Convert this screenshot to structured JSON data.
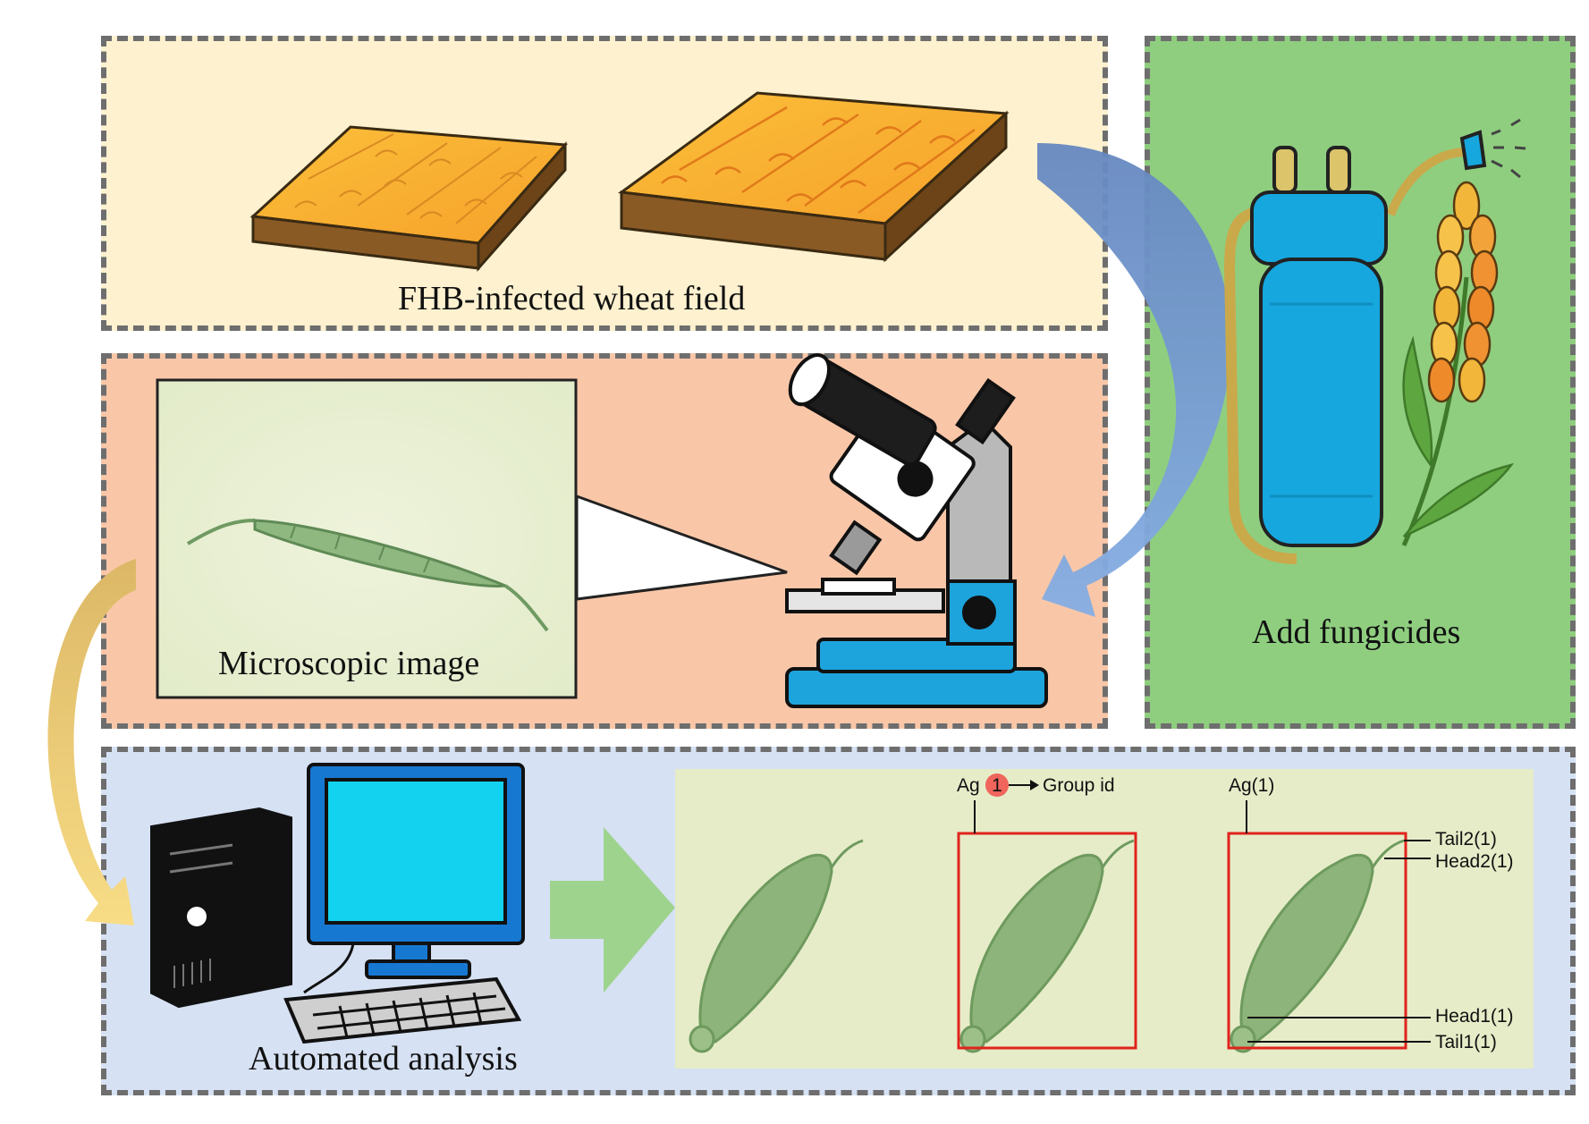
{
  "panels": {
    "field": {
      "caption": "FHB-infected wheat field"
    },
    "microscope": {
      "caption": "Microscopic image"
    },
    "spray": {
      "caption": "Add fungicides"
    },
    "analysis": {
      "caption": "Automated analysis"
    }
  },
  "annotations": {
    "group_prefix": "Ag",
    "group_number": "1",
    "group_arrow_label": "Group id",
    "ag_label": "Ag(1)",
    "tail2": "Tail2(1)",
    "head2": "Head2(1)",
    "head1": "Head1(1)",
    "tail1": "Tail1(1)"
  },
  "colors": {
    "field_bg": "#fdf1cf",
    "micro_bg": "#f9c7a8",
    "spray_bg": "#8fce7f",
    "analysis_bg": "#d6e1f3",
    "bbox_red": "#e0231d",
    "flow_arrow_blue": "#7b9bd0",
    "flow_arrow_yellow": "#f2d47a",
    "flow_arrow_green": "#9ed38e"
  }
}
